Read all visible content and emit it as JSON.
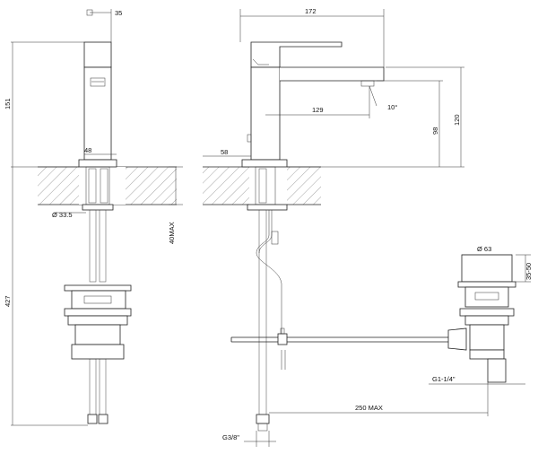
{
  "dimensions": {
    "spout_width": "35",
    "overall_depth": "172",
    "body_height": "151",
    "hole_diameter_front": "48",
    "hole_diameter_side": "58",
    "spout_reach": "129",
    "spout_angle": "10°",
    "spout_clearance": "98",
    "overall_height": "120",
    "shank_diameter": "Ø 33.5",
    "max_deck_thickness": "40MAX",
    "total_hose_length": "427",
    "waste_diameter": "Ø 63",
    "waste_height": "35-50",
    "waste_thread": "G1-1/4\"",
    "rod_length": "250 MAX",
    "hose_thread": "G3/8\""
  },
  "colors": {
    "line": "#222222",
    "hatch": "#666666",
    "background": "#ffffff"
  }
}
